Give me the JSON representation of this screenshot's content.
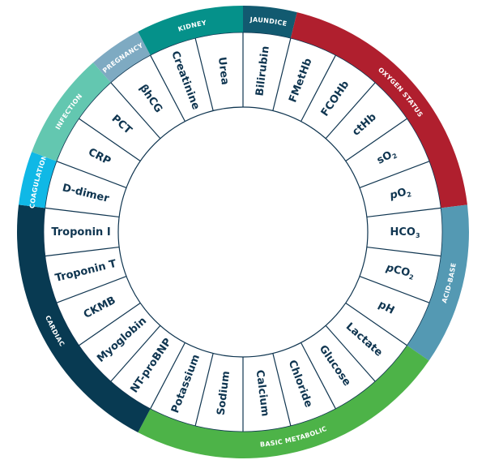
{
  "tests": [
    {
      "label": "Bilirubin"
    },
    {
      "label": "FMetHb"
    },
    {
      "label": "FCOHb"
    },
    {
      "label": "ctHb"
    },
    {
      "label": "sO",
      "sub": "2"
    },
    {
      "label": "O",
      "prefix": "p",
      "sub": "2"
    },
    {
      "label": "HCO",
      "sub": "3"
    },
    {
      "label": "CO",
      "prefix": "p",
      "sub": "2"
    },
    {
      "label": "pH"
    },
    {
      "label": "Lactate"
    },
    {
      "label": "Glucose"
    },
    {
      "label": "Chloride"
    },
    {
      "label": "Calcium"
    },
    {
      "label": "Sodium"
    },
    {
      "label": "Potassium"
    },
    {
      "label": "NT-proBNP"
    },
    {
      "label": "Myoglobin"
    },
    {
      "label": "CKMB"
    },
    {
      "label": "Troponin T"
    },
    {
      "label": "Troponin I"
    },
    {
      "label": "D-dimer"
    },
    {
      "label": "CRP"
    },
    {
      "label": "PCT"
    },
    {
      "label": "βhCG"
    },
    {
      "label": "Creatinine"
    },
    {
      "label": "Urea"
    }
  ],
  "categories": [
    {
      "label": "JAUNDICE",
      "start": 0,
      "count": 1,
      "color": "#125a70"
    },
    {
      "label": "OXYGEN STATUS",
      "start": 1,
      "count": 5,
      "color": "#b01f2e"
    },
    {
      "label": "ACID-BASE",
      "start": 6,
      "count": 3,
      "color": "#5499b3"
    },
    {
      "label": "BASIC METABOLIC",
      "start": 9,
      "count": 6,
      "color": "#4db348"
    },
    {
      "label": "CARDIAC",
      "start": 15,
      "count": 5,
      "color": "#083a52"
    },
    {
      "label": "COAGULATION",
      "start": 20,
      "count": 1,
      "color": "#10b8e6"
    },
    {
      "label": "INFECTION",
      "start": 21,
      "count": 2,
      "color": "#63c7b0"
    },
    {
      "label": "PREGNANCY",
      "start": 23,
      "count": 1,
      "color": "#7eaac2"
    },
    {
      "label": "KIDNEY",
      "start": 24,
      "count": 2,
      "color": "#05918a"
    }
  ],
  "line_color": "#0f3550"
}
